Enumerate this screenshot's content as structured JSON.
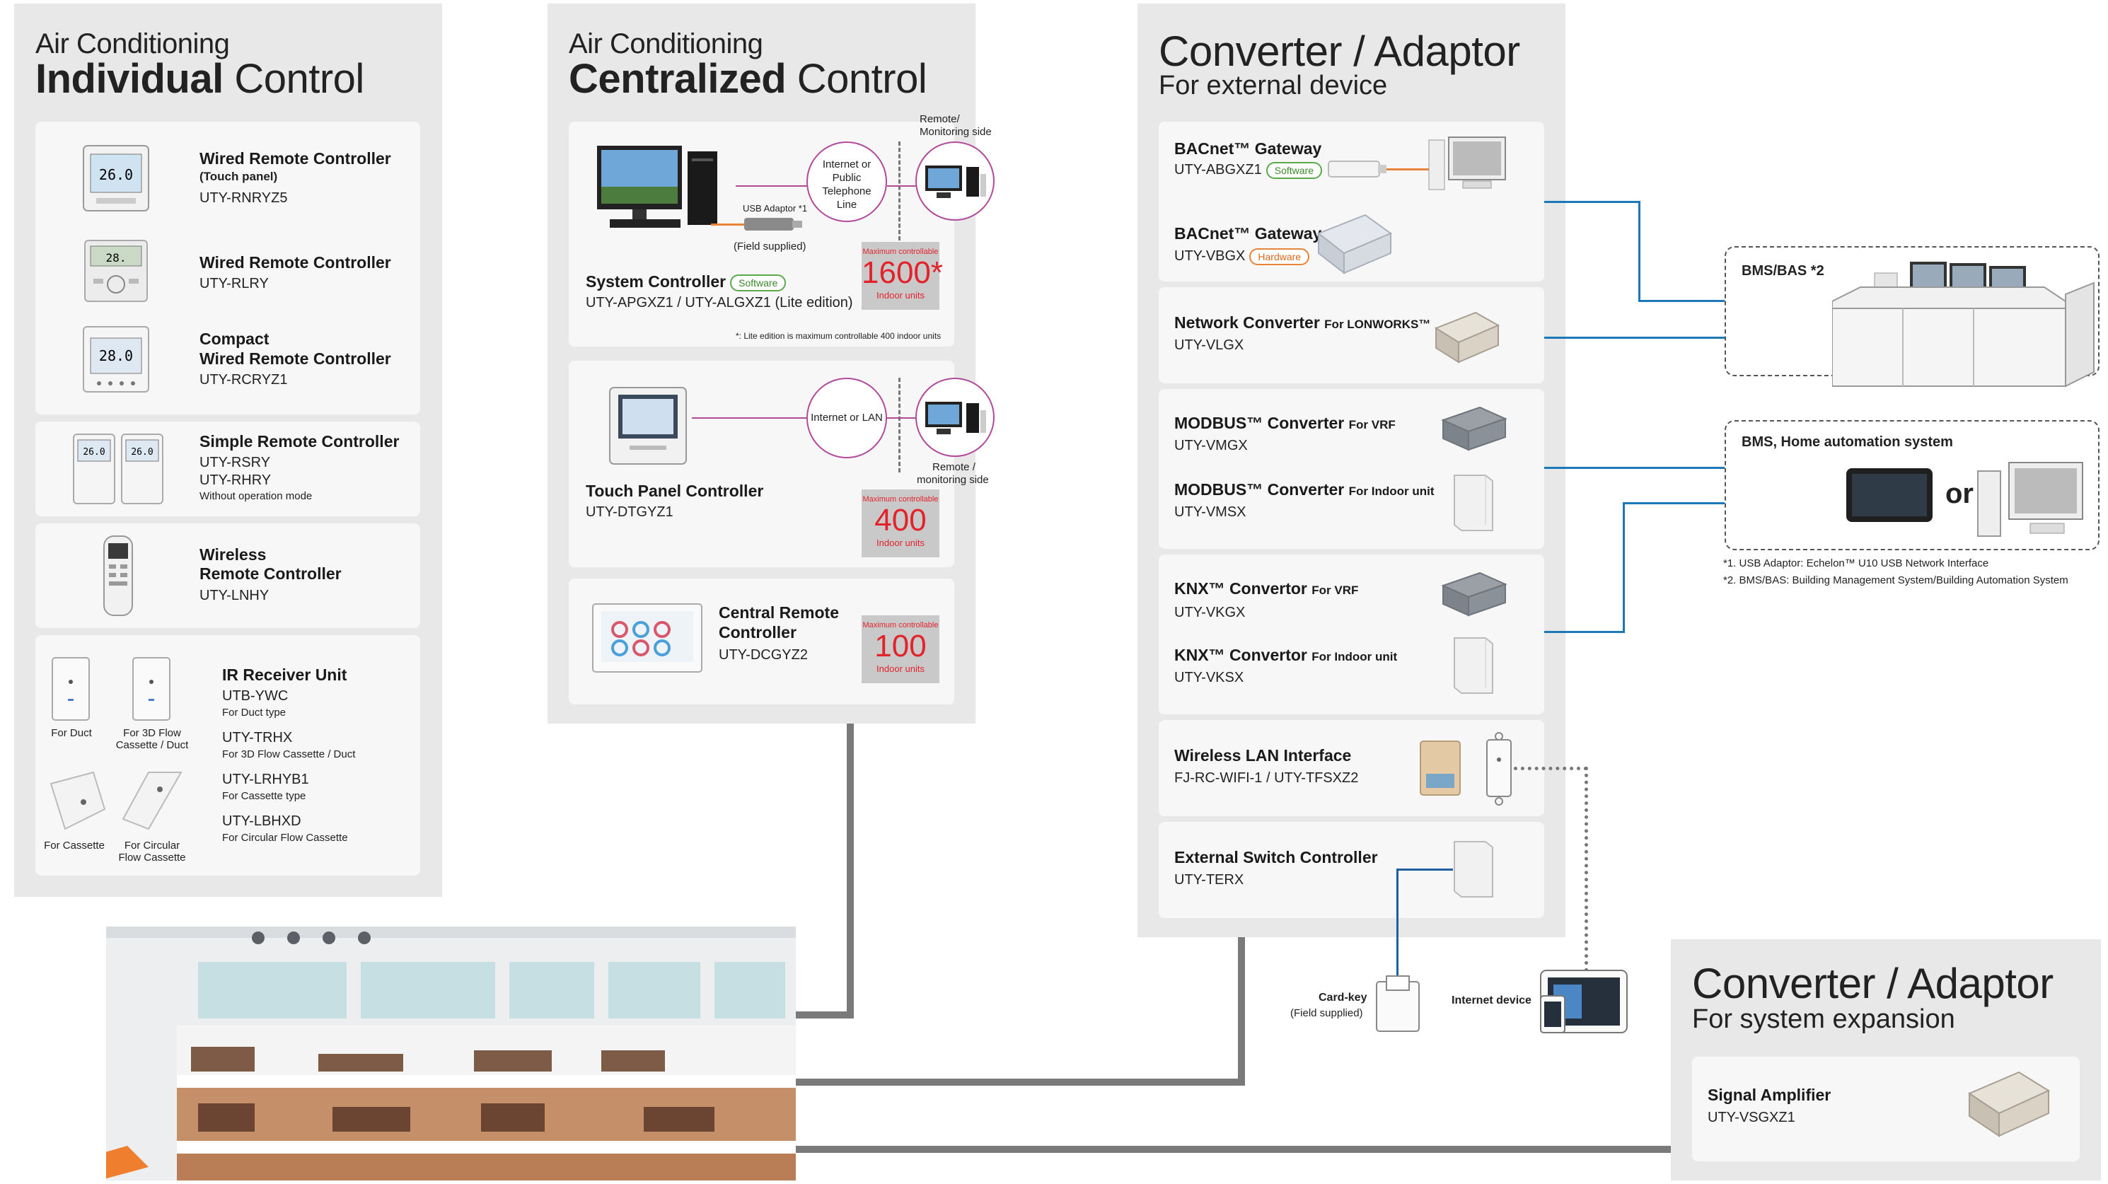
{
  "individual": {
    "title_small": "Air Conditioning",
    "title_bold": "Individual",
    "title_rest": "Control",
    "items": [
      {
        "name": "Wired Remote Controller",
        "sub": "(Touch panel)",
        "model": "UTY-RNRYZ5"
      },
      {
        "name": "Wired Remote Controller",
        "model": "UTY-RLRY"
      },
      {
        "name1": "Compact",
        "name2": "Wired Remote Controller",
        "model": "UTY-RCRYZ1"
      },
      {
        "name": "Simple Remote Controller",
        "model1": "UTY-RSRY",
        "model2": "UTY-RHRY",
        "note": "Without operation mode"
      },
      {
        "name1": "Wireless",
        "name2": "Remote Controller",
        "model": "UTY-LNHY"
      }
    ],
    "ir": {
      "name": "IR Receiver Unit",
      "entries": [
        {
          "model": "UTB-YWC",
          "note": "For Duct type"
        },
        {
          "model": "UTY-TRHX",
          "note": "For 3D Flow Cassette / Duct"
        },
        {
          "model": "UTY-LRHYB1",
          "note": "For Cassette type"
        },
        {
          "model": "UTY-LBHXD",
          "note": "For Circular Flow Cassette"
        }
      ],
      "captions": {
        "duct": "For Duct",
        "flow3d_1": "For 3D Flow",
        "flow3d_2": "Cassette / Duct",
        "cassette": "For Cassette",
        "circ1": "For Circular",
        "circ2": "Flow Cassette"
      }
    }
  },
  "centralized": {
    "title_small": "Air Conditioning",
    "title_bold": "Centralized",
    "title_rest": "Control",
    "system": {
      "remote_label1": "Remote/",
      "remote_label2": "Monitoring side",
      "cloud1": "Internet or",
      "cloud2": "Public",
      "cloud3": "Telephone",
      "cloud4": "Line",
      "usb": "USB Adaptor *1",
      "field": "(Field supplied)",
      "name": "System Controller",
      "badge": "Software",
      "model": "UTY-APGXZ1 / UTY-ALGXZ1 (Lite edition)",
      "max_label": "Maximum controllable",
      "max_value": "1600*",
      "max_unit": "Indoor units",
      "footnote": "*: Lite edition is maximum controllable 400 indoor units"
    },
    "touch": {
      "cloud": "Internet or LAN",
      "remote_label1": "Remote /",
      "remote_label2": "monitoring side",
      "name": "Touch Panel Controller",
      "model": "UTY-DTGYZ1",
      "max_label": "Maximum controllable",
      "max_value": "400",
      "max_unit": "Indoor units"
    },
    "central": {
      "name1": "Central Remote",
      "name2": "Controller",
      "model": "UTY-DCGYZ2",
      "max_label": "Maximum controllable",
      "max_value": "100",
      "max_unit": "Indoor units"
    }
  },
  "converter": {
    "title": "Converter / Adaptor",
    "subtitle": "For external device",
    "items": [
      {
        "name": "BACnet™ Gateway",
        "model": "UTY-ABGXZ1",
        "badge": "Software"
      },
      {
        "name": "BACnet™ Gateway",
        "model": "UTY-VBGX",
        "badge": "Hardware"
      },
      {
        "name": "Network Converter",
        "suffix": "For LONWORKS™",
        "model": "UTY-VLGX"
      },
      {
        "name": "MODBUS™ Converter",
        "suffix": "For VRF",
        "model": "UTY-VMGX"
      },
      {
        "name": "MODBUS™ Converter",
        "suffix": "For Indoor unit",
        "model": "UTY-VMSX"
      },
      {
        "name": "KNX™ Convertor",
        "suffix": "For VRF",
        "model": "UTY-VKGX"
      },
      {
        "name": "KNX™ Convertor",
        "suffix": "For Indoor unit",
        "model": "UTY-VKSX"
      },
      {
        "name": "Wireless LAN Interface",
        "model": "FJ-RC-WIFI-1 / UTY-TFSXZ2"
      },
      {
        "name": "External Switch Controller",
        "model": "UTY-TERX"
      }
    ],
    "cardkey": "Card-key",
    "cardkey_field": "(Field supplied)",
    "internet_device": "Internet device"
  },
  "bms": {
    "box1": "BMS/BAS *2",
    "box2": "BMS, Home automation system",
    "or": "or",
    "note1": "*1. USB Adaptor: Echelon™ U10 USB Network Interface",
    "note2": "*2. BMS/BAS: Building Management System/Building Automation System"
  },
  "expansion": {
    "title": "Converter / Adaptor",
    "subtitle": "For system expansion",
    "name": "Signal Amplifier",
    "model": "UTY-VSGXZ1"
  },
  "colors": {
    "panel": "#e8e8e9",
    "card": "#f7f7f7",
    "connector": "#1d78b8",
    "red": "#e3232c",
    "magenta": "#b24a9a"
  }
}
